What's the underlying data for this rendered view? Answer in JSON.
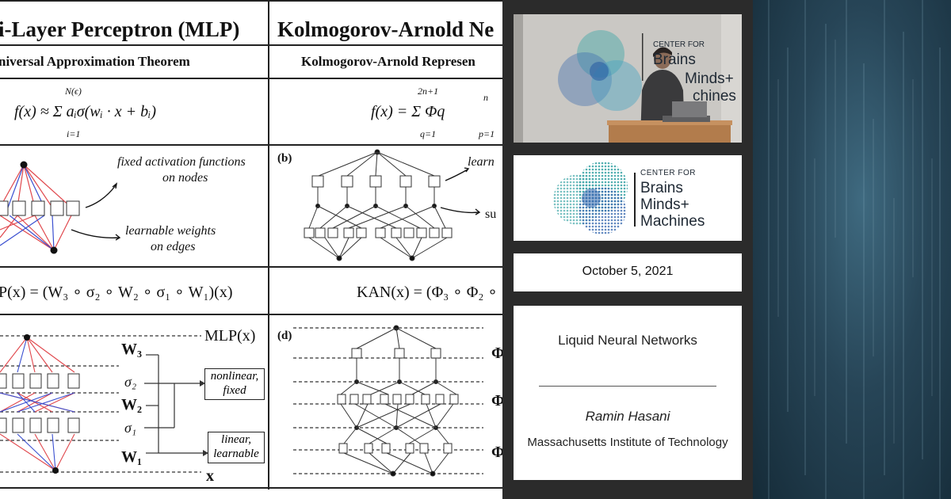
{
  "paper": {
    "mlp_title": "i-Layer Perceptron (MLP)",
    "kan_title": "Kolmogorov-Arnold Ne",
    "mlp_theorem": "niversal Approximation Theorem",
    "kan_theorem": "Kolmogorov-Arnold Represen",
    "mlp_formula": "f(x) ≈ Σ aᵢσ(wᵢ · x + bᵢ)",
    "mlp_sum_top": "N(ϵ)",
    "mlp_sum_bottom": "i=1",
    "kan_formula": "f(x) = Σ Φq",
    "kan_sum_top": "2n+1",
    "kan_sum_bottom": "q=1",
    "kan_inner_top": "n",
    "kan_inner_bottom": "p=1",
    "fixed_label_1": "fixed activation functions",
    "fixed_label_2": "on nodes",
    "learnable_label_1": "learnable weights",
    "learnable_label_2": "on edges",
    "panel_b": "(b)",
    "kan_learn_cut": "learn",
    "kan_su_cut": "su",
    "mlp_compose": "P(x) = (W₃ ∘ σ₂ ∘ W₂ ∘ σ₁ ∘ W₁)(x)",
    "kan_compose": "KAN(x) = (Φ₃ ∘ Φ₂ ∘",
    "panel_d": "(d)",
    "mlp_out": "MLP(x)",
    "w3": "W₃",
    "s2": "σ₂",
    "w2": "W₂",
    "s1": "σ₁",
    "w1": "W₁",
    "x": "x",
    "nonlinear_1": "nonlinear,",
    "nonlinear_2": "fixed",
    "linear_1": "linear,",
    "linear_2": "learnable",
    "phi_cut": "Φ"
  },
  "center": {
    "cbmm": {
      "line1": "CENTER FOR",
      "line2": "Brains",
      "line3": "Minds+",
      "line4": "Machines"
    },
    "video_text": {
      "line1": "CENTER FOR",
      "line2": "Brains",
      "line3": "Minds+",
      "line4": "chines"
    },
    "date": "October 5, 2021",
    "talk_title": "Liquid Neural Networks",
    "speaker": "Ramin Hasani",
    "affiliation": "Massachusetts Institute of Technology"
  },
  "colors": {
    "center_bg": "#2b2b2b",
    "cbmm_teal": "#3fa6a8",
    "cbmm_blue": "#3b6cb0",
    "mlp_red": "#e0474c",
    "mlp_blue": "#3a4fd0",
    "right_bg": "#274557"
  }
}
